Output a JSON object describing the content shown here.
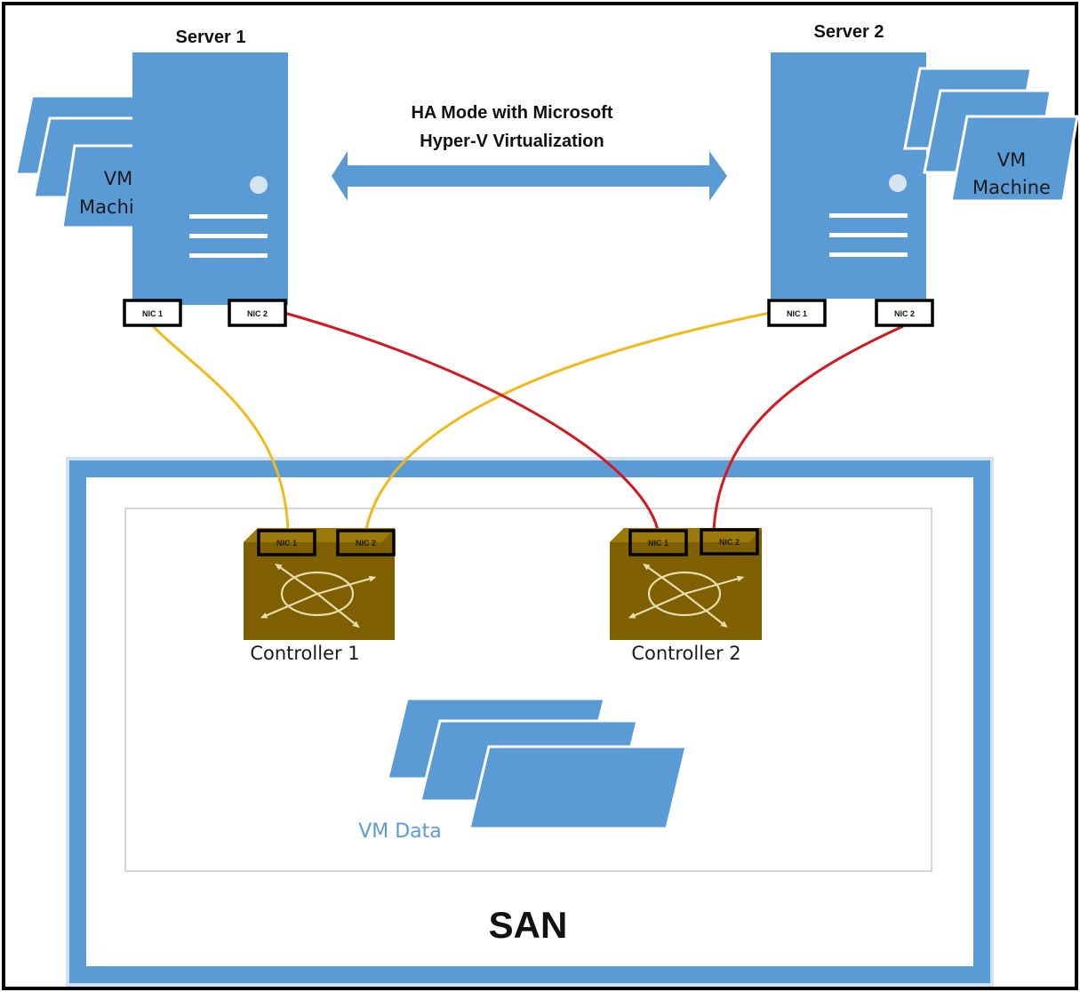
{
  "title": {
    "line1": "HA Mode with Microsoft",
    "line2": "Hyper-V Virtualization"
  },
  "servers": [
    {
      "name": "Server 1",
      "nic1": "NIC 1",
      "nic2": "NIC 2",
      "vm_line1": "VM",
      "vm_line2": "Machine"
    },
    {
      "name": "Server 2",
      "nic1": "NIC 1",
      "nic2": "NIC 2",
      "vm_line1": "VM",
      "vm_line2": "Machine"
    }
  ],
  "controllers": [
    {
      "name": "Controller 1",
      "nic1": "NIC 1",
      "nic2": "NIC 2"
    },
    {
      "name": "Controller 2",
      "nic1": "NIC 1",
      "nic2": "NIC 2"
    }
  ],
  "san": {
    "label": "SAN",
    "data_label": "VM Data"
  },
  "colors": {
    "server_blue": "#5b9bd5",
    "yellow_link": "#f2b91a",
    "red_link": "#d3191f",
    "controller": "#7f6000",
    "san_border": "#5b9bd5",
    "vm_data_text": "#5b9bd5"
  }
}
